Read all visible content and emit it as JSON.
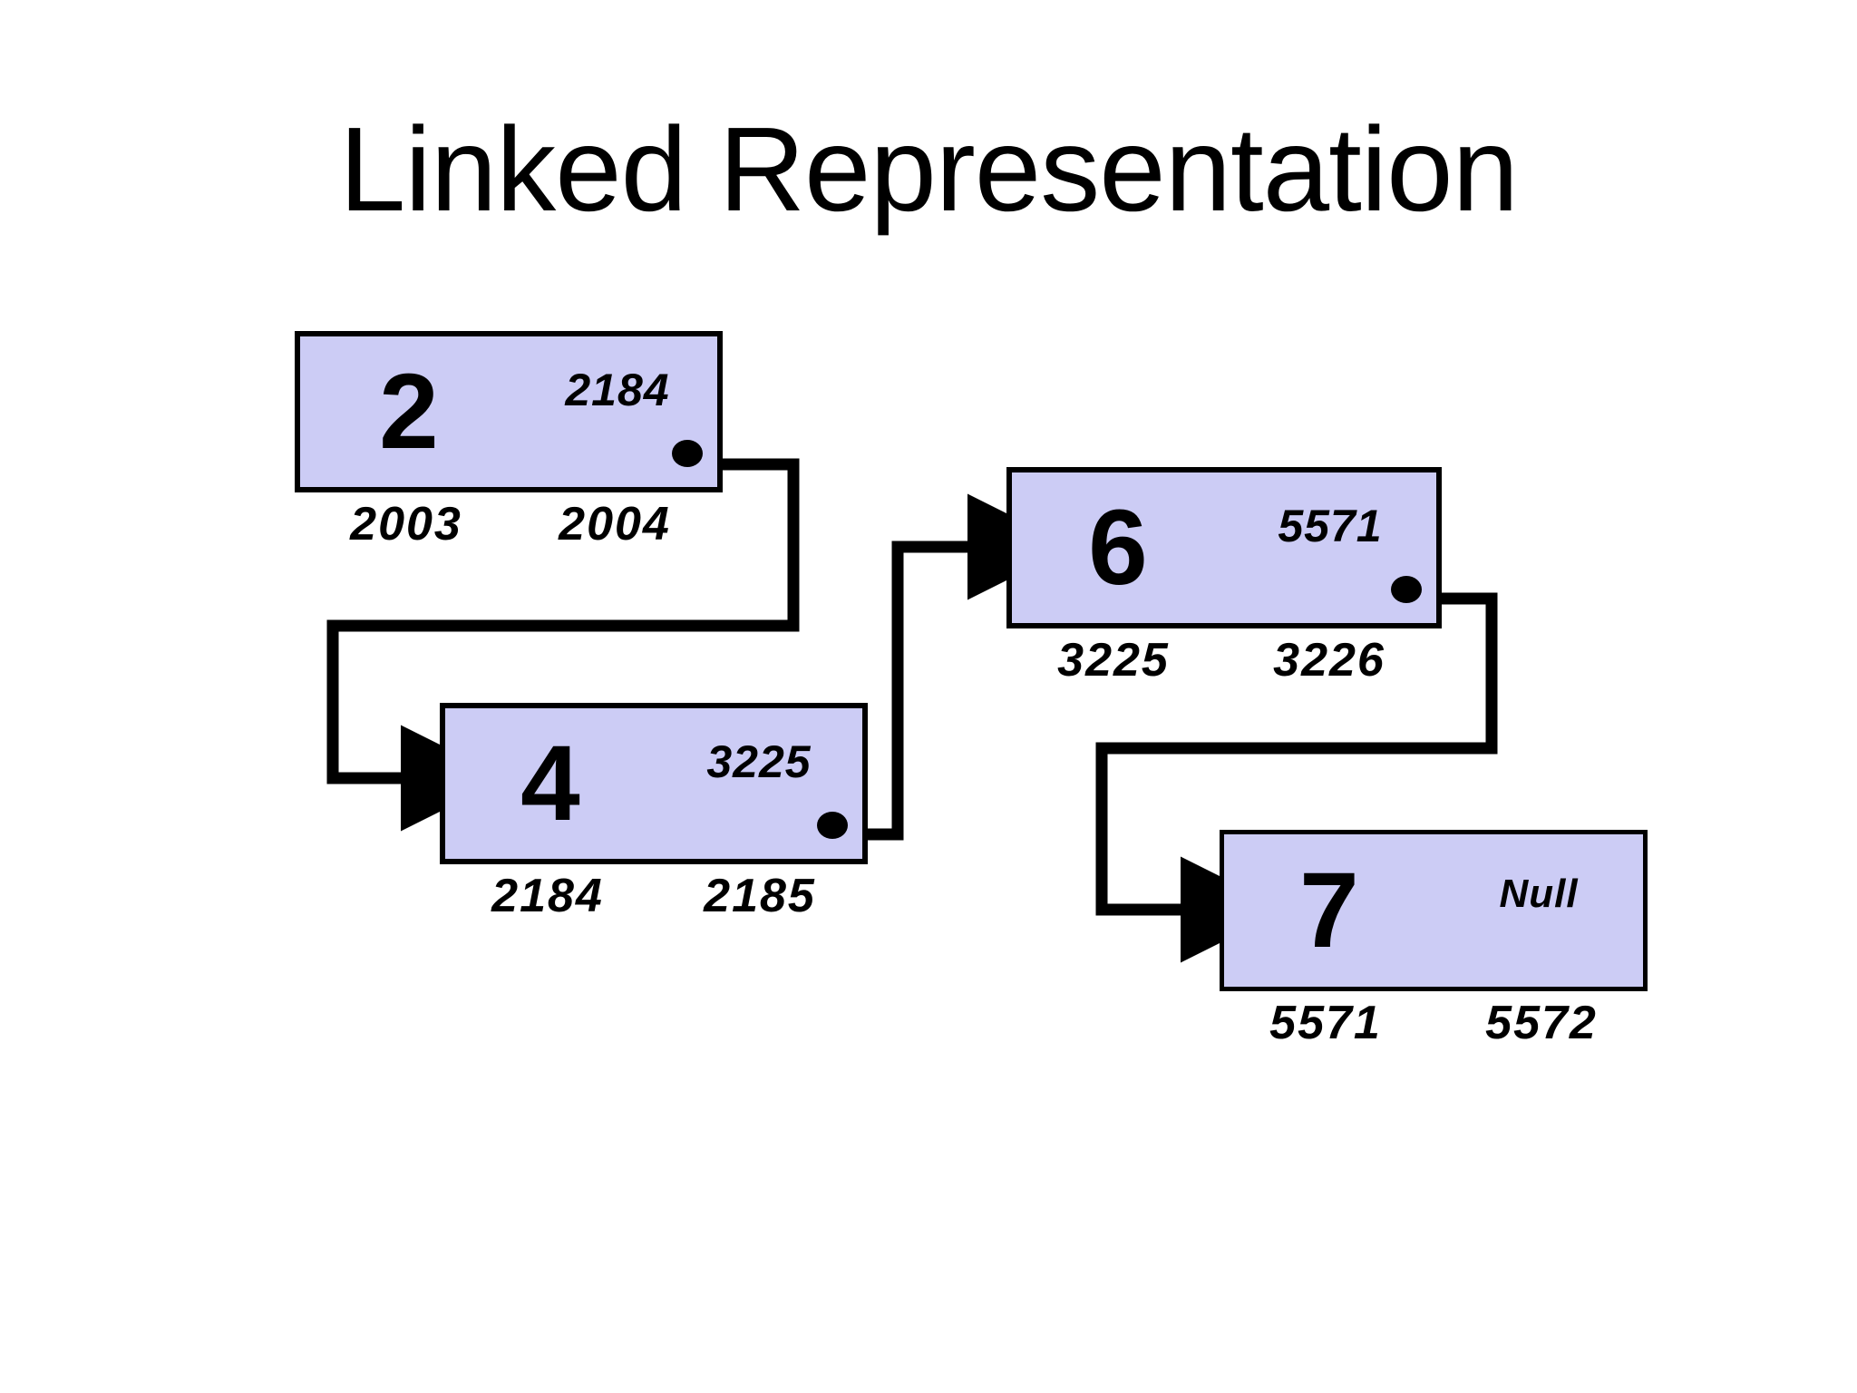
{
  "slide": {
    "title": "Linked Representation",
    "background_color": "#ffffff",
    "node_fill_color": "#ccccf5",
    "node_border_color": "#000000",
    "connector_color": "#000000",
    "text_color": "#000000"
  },
  "diagram": {
    "type": "singly-linked-list",
    "description": "Linked representation of a list with four nodes stored at non-contiguous memory addresses",
    "nodes": [
      {
        "id": "node-1",
        "value": "2",
        "pointer": "2184",
        "data_address": "2003",
        "link_address": "2004",
        "has_link_dot": true,
        "has_incoming_arrow": false
      },
      {
        "id": "node-2",
        "value": "4",
        "pointer": "3225",
        "data_address": "2184",
        "link_address": "2185",
        "has_link_dot": true,
        "has_incoming_arrow": true
      },
      {
        "id": "node-3",
        "value": "6",
        "pointer": "5571",
        "data_address": "3225",
        "link_address": "3226",
        "has_link_dot": true,
        "has_incoming_arrow": true
      },
      {
        "id": "node-4",
        "value": "7",
        "pointer": "Null",
        "data_address": "5571",
        "link_address": "5572",
        "has_link_dot": false,
        "has_incoming_arrow": true
      }
    ],
    "links": [
      {
        "id": "link-1-to-2",
        "from": "node-1",
        "to": "node-2",
        "label": "2184"
      },
      {
        "id": "link-2-to-3",
        "from": "node-2",
        "to": "node-3",
        "label": "3225"
      },
      {
        "id": "link-3-to-4",
        "from": "node-3",
        "to": "node-4",
        "label": "5571"
      },
      {
        "id": "link-4-terminator",
        "from": "node-4",
        "to": null,
        "label": "Null"
      }
    ]
  }
}
